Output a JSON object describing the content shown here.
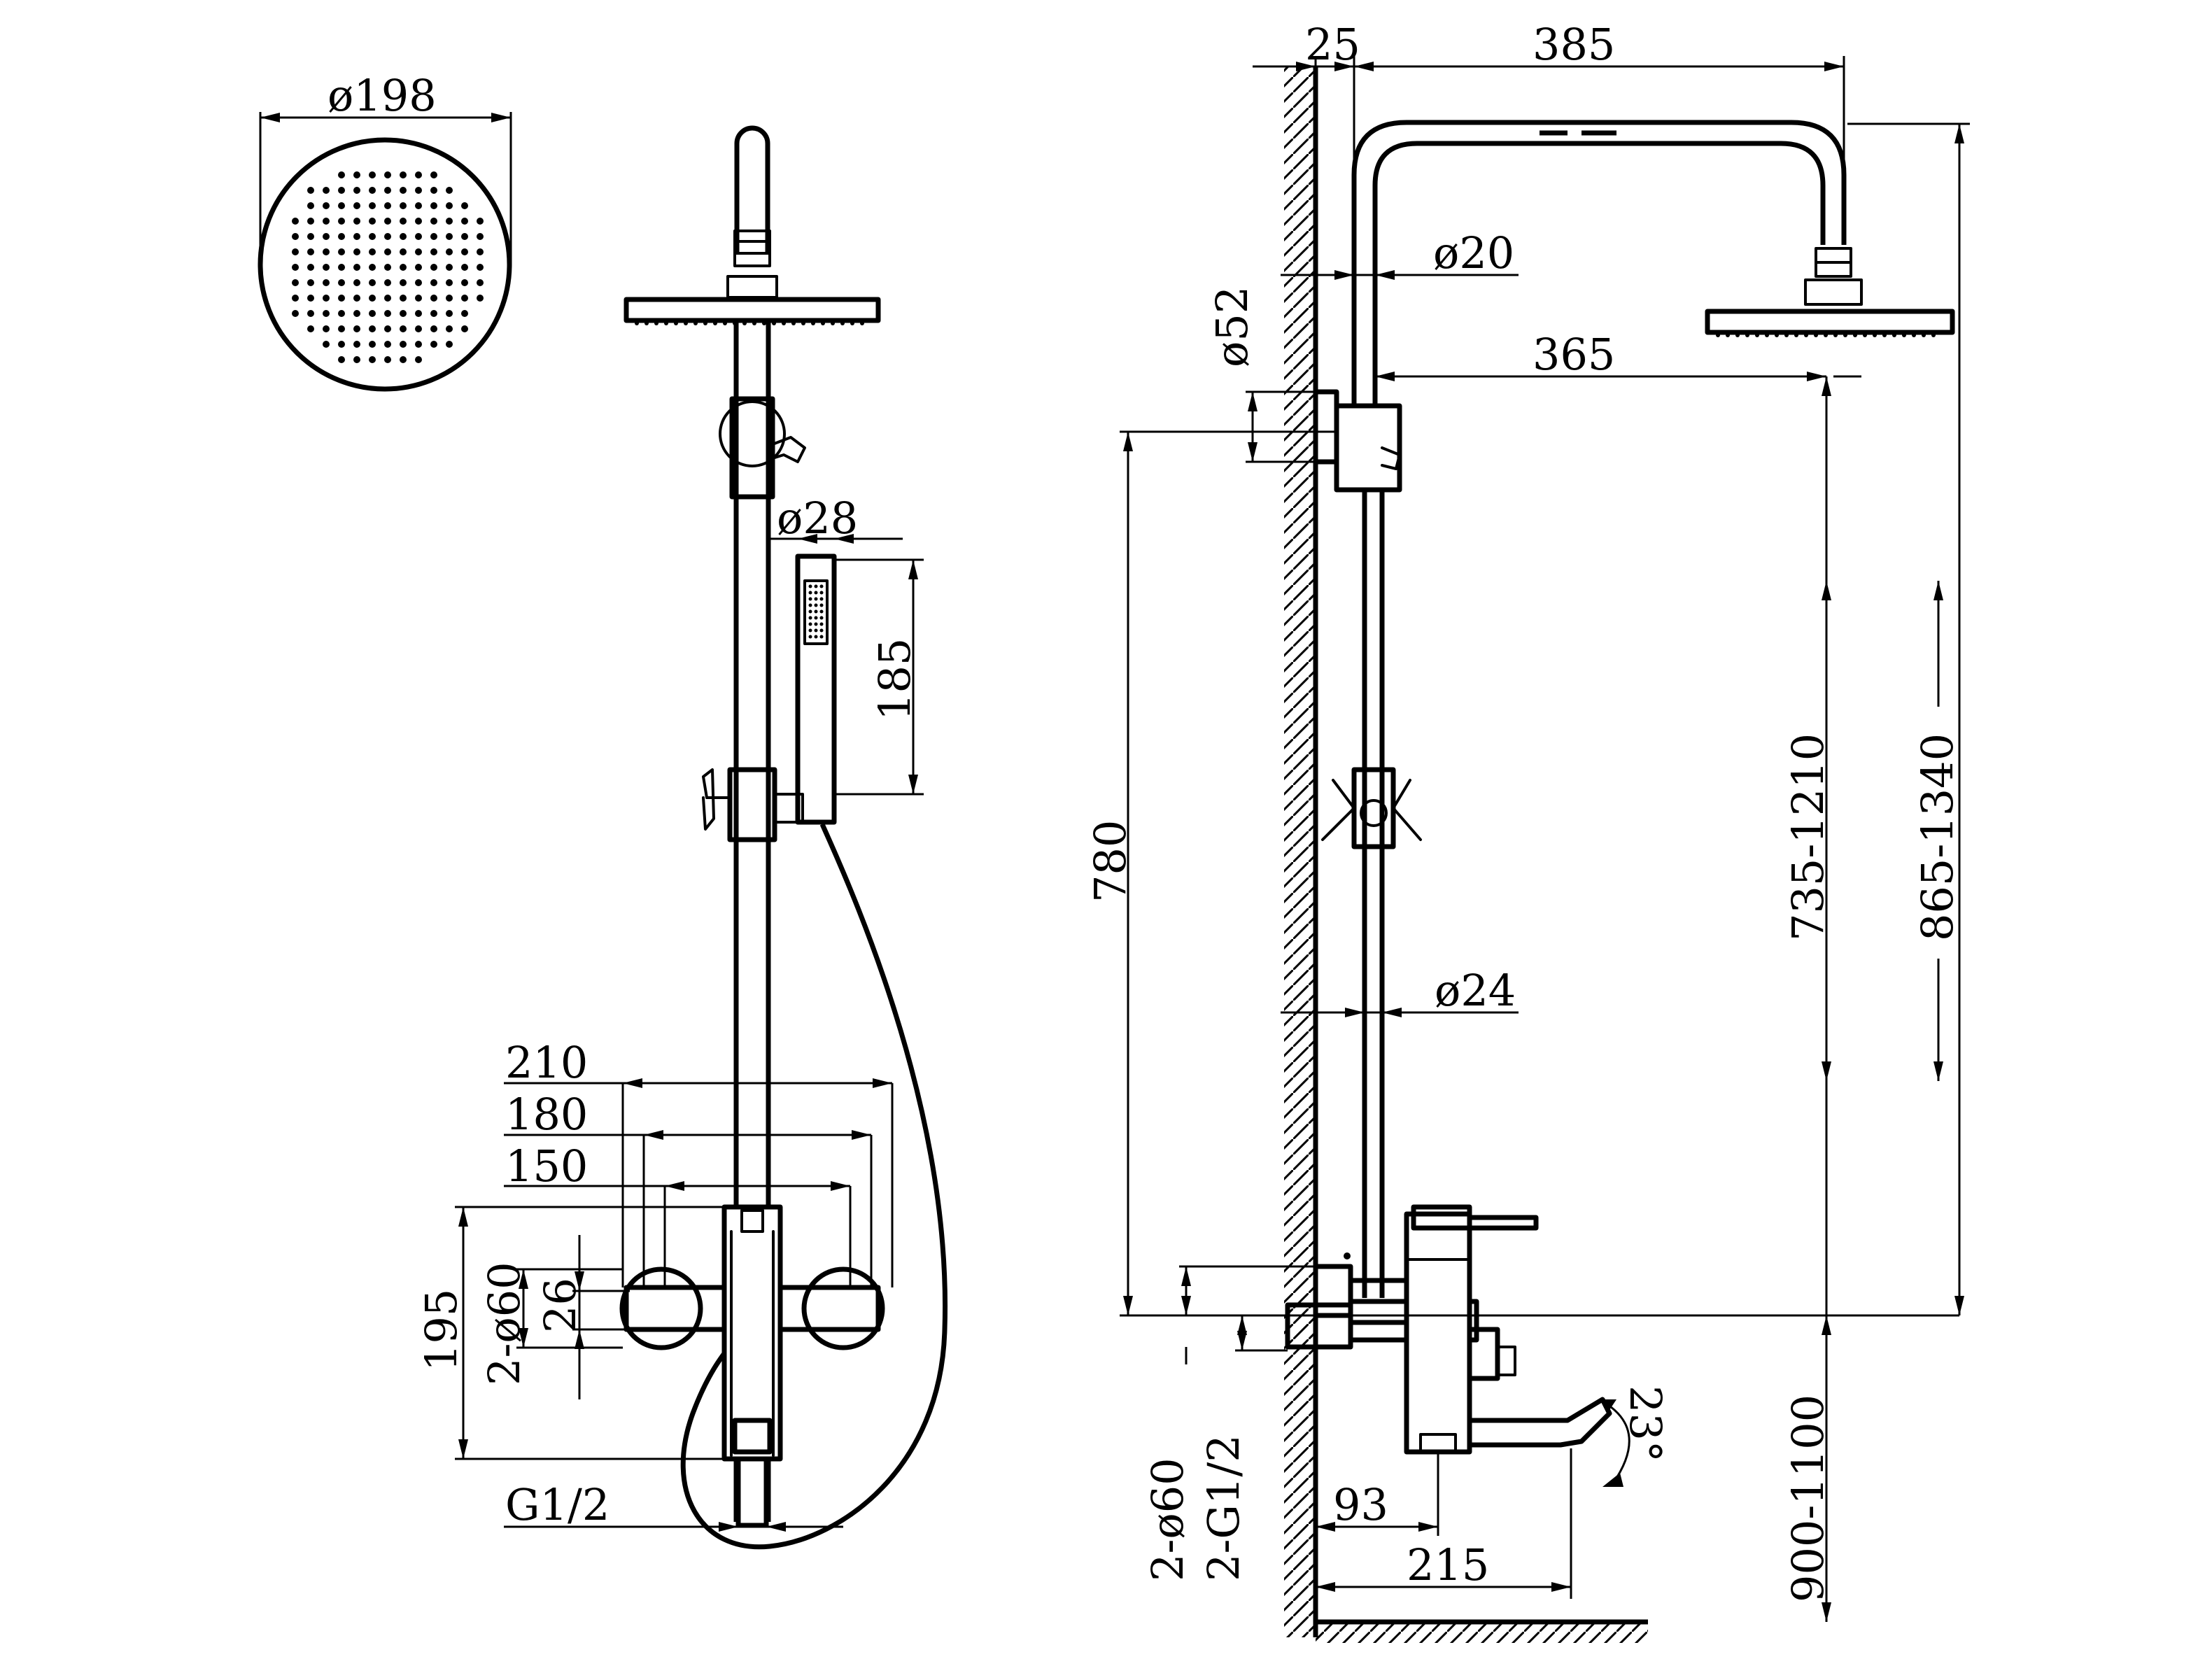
{
  "colors": {
    "line": "#000000",
    "background": "#ffffff"
  },
  "top_view": {
    "head_diameter": "ø198"
  },
  "front_view": {
    "hand_shower_diameter": "ø28",
    "hand_shower_length": "185",
    "width_210": "210",
    "width_180": "180",
    "width_150": "150",
    "height_195": "195",
    "flange_2x60": "2-ø60",
    "offset_26": "26",
    "inlet_thread": "G1/2"
  },
  "side_view": {
    "wall_offset_25": "25",
    "arm_length_385": "385",
    "arm_tube_diameter": "ø20",
    "arm_length_365": "365",
    "bracket_diameter": "ø52",
    "riser_height_780": "780",
    "riser_diameter": "ø24",
    "adjust_range_head": "735-1210",
    "adjust_range_total": "865-1340",
    "flange_2x60": "2-ø60",
    "inlet_2xg12": "2-G1/2",
    "spout_offset_93": "93",
    "spout_reach_215": "215",
    "spout_angle": "23°",
    "install_height": "900-1100"
  }
}
